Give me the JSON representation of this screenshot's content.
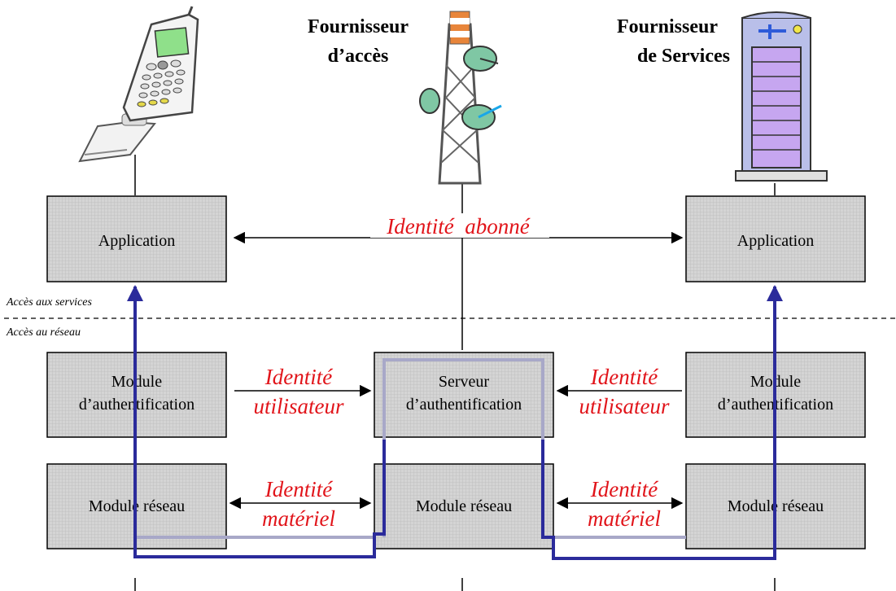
{
  "actors": {
    "access_provider": [
      "Fournisseur",
      "d’accès"
    ],
    "service_provider": [
      "Fournisseur",
      "de Services"
    ]
  },
  "layers": {
    "services": "Accès aux services",
    "network": "Accès au réseau"
  },
  "boxes": {
    "left_application": [
      "Application"
    ],
    "right_application": [
      "Application"
    ],
    "left_auth_module": [
      "Module",
      "d’authentification"
    ],
    "auth_server": [
      "Serveur",
      "d’authentification"
    ],
    "right_auth_module": [
      "Module",
      "d’authentification"
    ],
    "left_network_module": [
      "Module réseau"
    ],
    "center_network_module": [
      "Module réseau"
    ],
    "right_network_module": [
      "Module réseau"
    ]
  },
  "identities": {
    "subscriber": [
      "Identité  abonné"
    ],
    "user_left": [
      "Identité",
      "utilisateur"
    ],
    "user_right": [
      "Identité",
      "utilisateur"
    ],
    "hardware_left": [
      "Identité",
      "matériel"
    ],
    "hardware_right": [
      "Identité",
      "matériel"
    ]
  },
  "icons": [
    "mobile-phone-icon",
    "antenna-tower-icon",
    "server-tower-icon"
  ],
  "colors": {
    "box_fill": "#d3d3d3",
    "identity_text": "#e1141a",
    "auth_path": "#2b2b9b",
    "server_trace": "#a8a8c8"
  }
}
